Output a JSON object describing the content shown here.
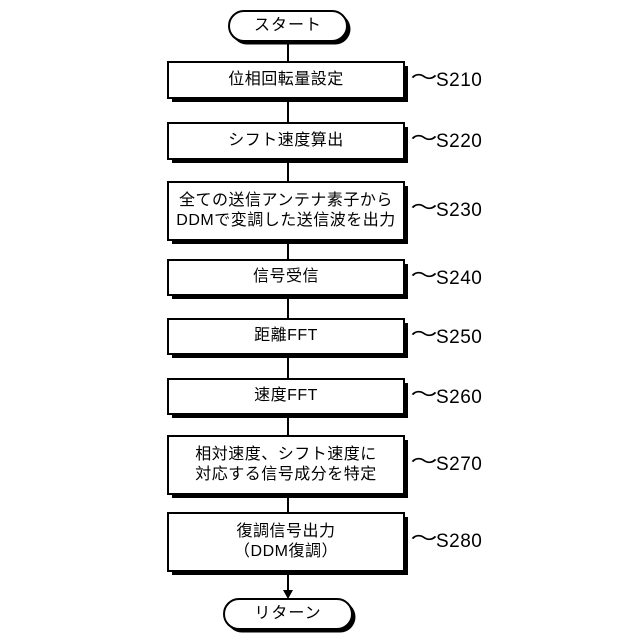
{
  "diagram": {
    "title": "flowchart",
    "orientation": "vertical",
    "start": {
      "label": "スタート"
    },
    "end": {
      "label": "リターン"
    },
    "tilde": "〜",
    "steps": [
      {
        "code": "S210",
        "text": "位相回転量設定"
      },
      {
        "code": "S220",
        "text": "シフト速度算出"
      },
      {
        "code": "S230",
        "text": "全ての送信アンテナ素子から\nDDMで変調した送信波を出力"
      },
      {
        "code": "S240",
        "text": "信号受信"
      },
      {
        "code": "S250",
        "text": "距離FFT"
      },
      {
        "code": "S260",
        "text": "速度FFT"
      },
      {
        "code": "S270",
        "text": "相対速度、シフト速度に\n対応する信号成分を特定"
      },
      {
        "code": "S280",
        "text": "復調信号出力\n（DDM復調）"
      }
    ],
    "colors": {
      "stroke": "#000000",
      "fill": "#ffffff",
      "shadow": "#000000"
    }
  }
}
